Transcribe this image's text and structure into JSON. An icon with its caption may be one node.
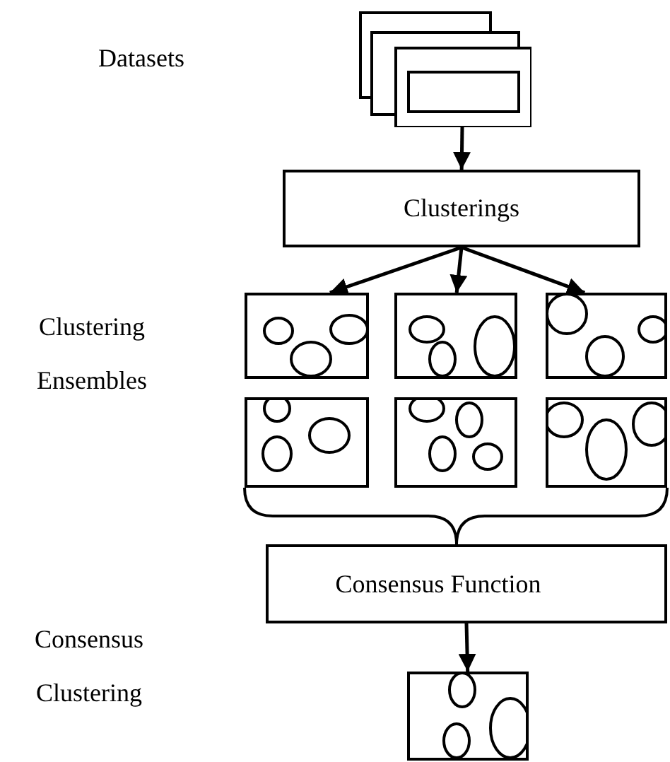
{
  "diagram": {
    "nodes": [
      {
        "text": [],
        "shape": "picture"
      },
      {
        "text": [
          "Clusterings"
        ]
      },
      {
        "text": [],
        "shape": "box"
      },
      {
        "text": [],
        "shape": "box"
      },
      {
        "text": [],
        "shape": "box"
      },
      {
        "text": [],
        "shape": "box"
      },
      {
        "text": [],
        "shape": "box"
      },
      {
        "text": [],
        "shape": "box"
      },
      {
        "text": [
          "Consensus Function"
        ]
      },
      {
        "text": [],
        "shape": "box"
      }
    ],
    "edges": [
      {
        "from": 0,
        "to": 1,
        "arrow": "to"
      },
      {
        "from": 1,
        "to": 2,
        "arrow": "to"
      },
      {
        "from": 1,
        "to": 3,
        "arrow": "to"
      },
      {
        "from": 1,
        "to": 4,
        "arrow": "to"
      },
      {
        "from": 8,
        "to": 9,
        "arrow": "to"
      }
    ],
    "labels": [
      "Datasets",
      "Clustering Ensembles",
      "Consensus Clustering"
    ]
  }
}
